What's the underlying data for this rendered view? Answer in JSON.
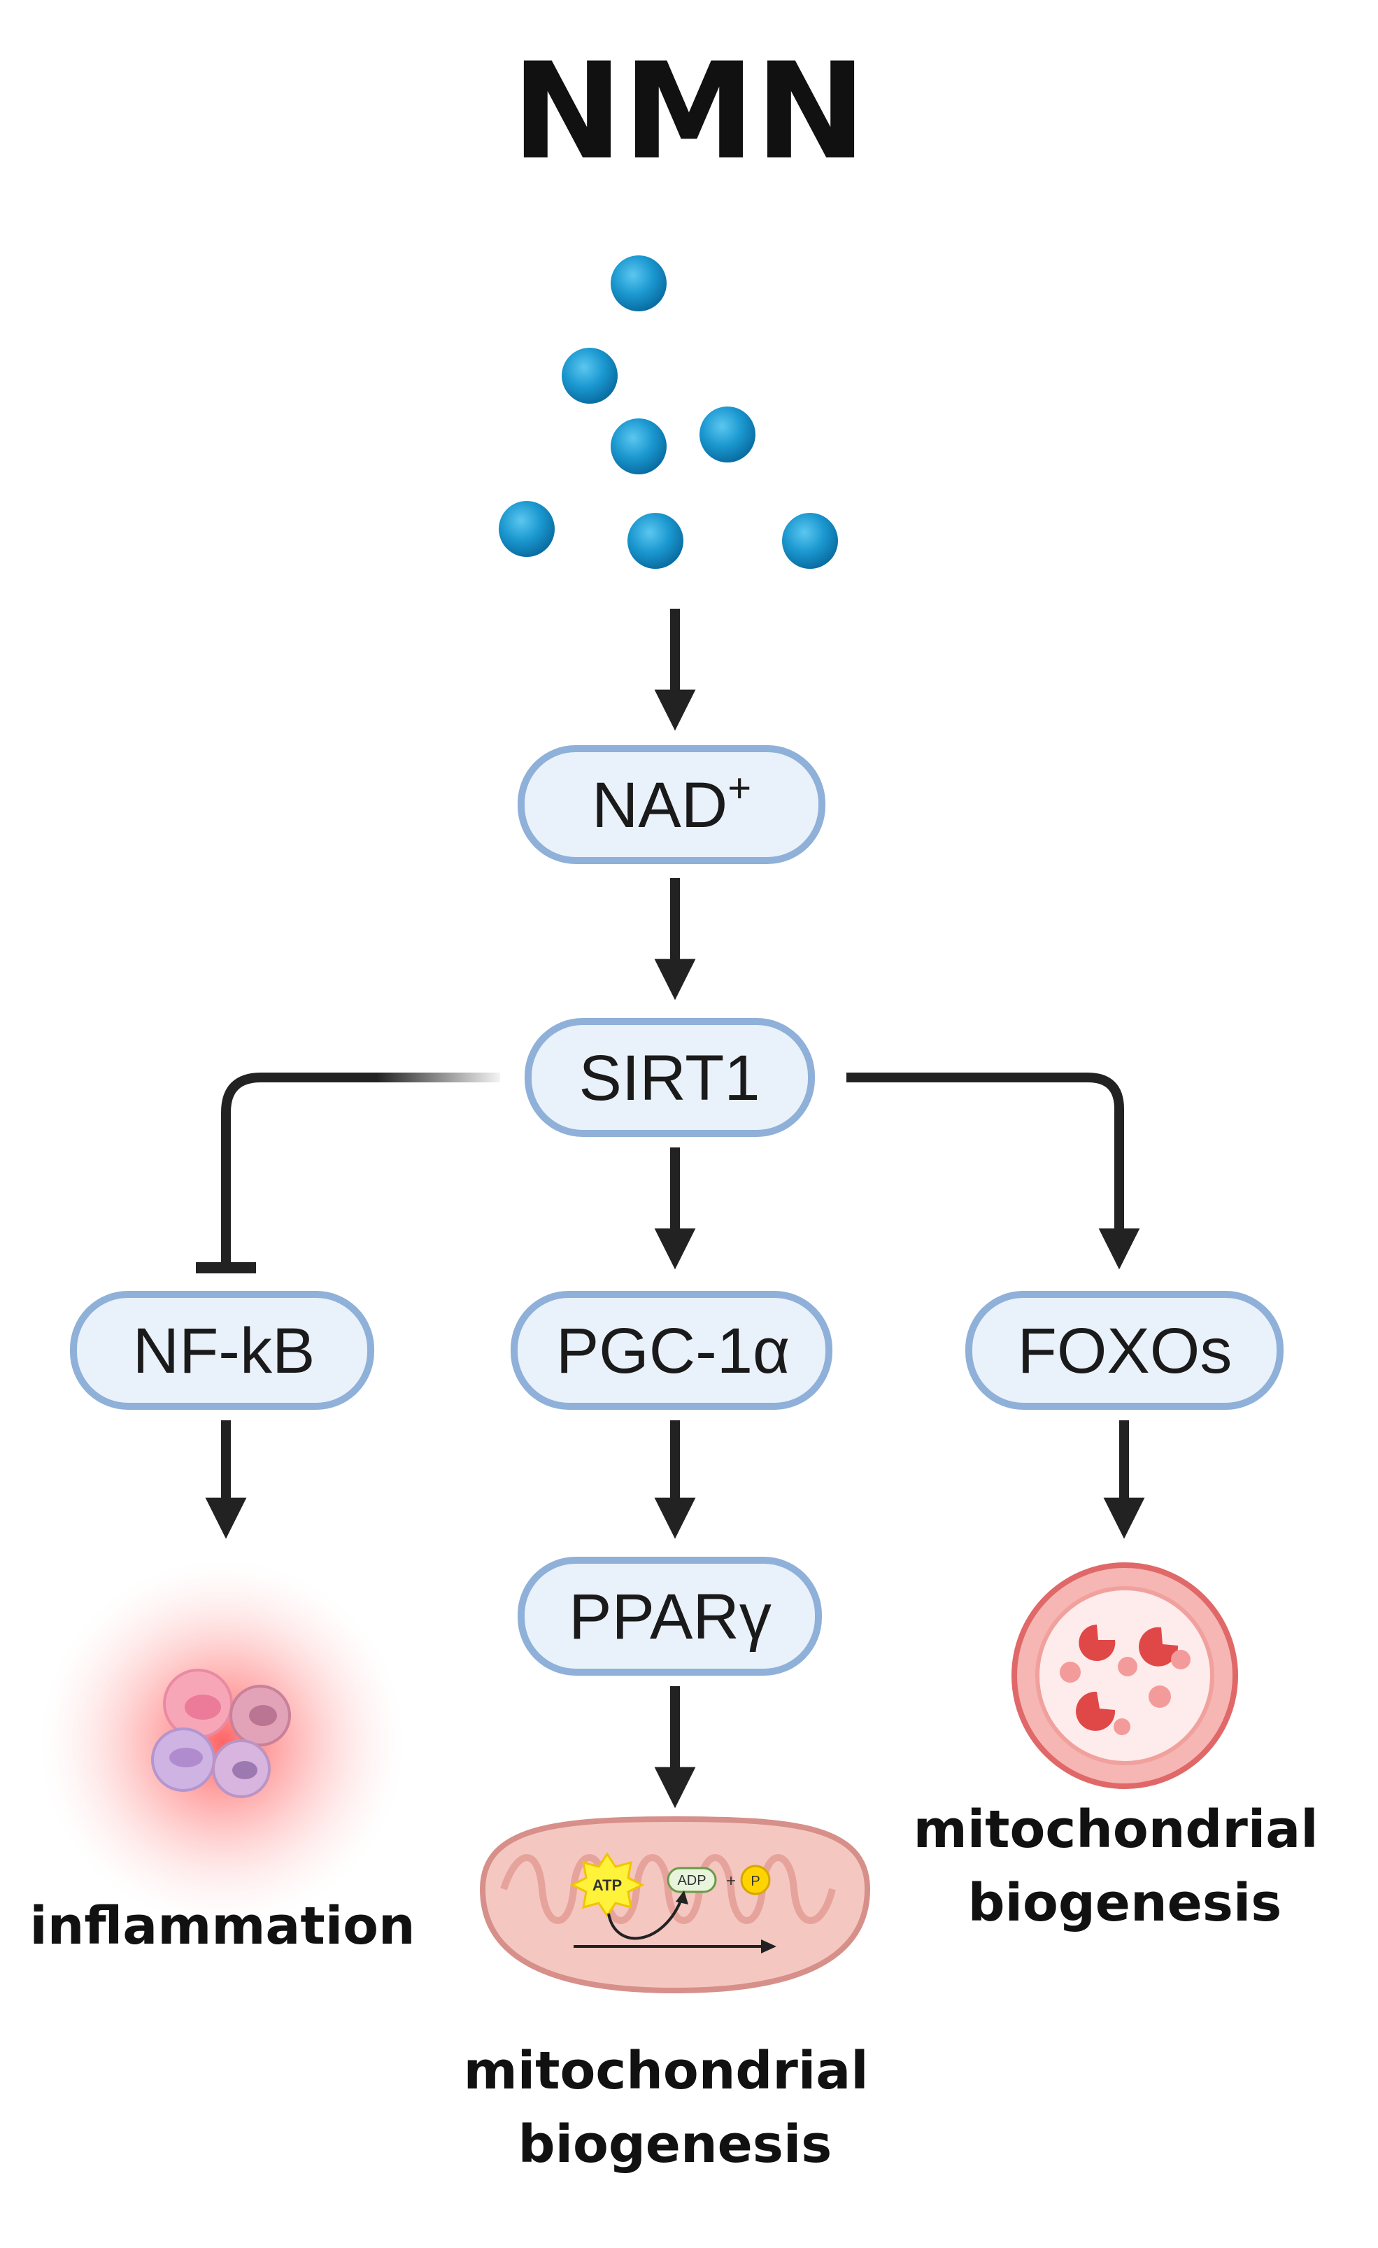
{
  "title": "NMN",
  "nodes": {
    "nad": "NAD",
    "nad_sup": "+",
    "sirt1": "SIRT1",
    "nfkb": "NF-kB",
    "pgc1a": "PGC-1α",
    "foxos": "FOXOs",
    "ppary": "PPARγ"
  },
  "outcomes": {
    "inflammation": "inflammation",
    "mito_center_line1": "mitochondrial",
    "mito_center_line2": "biogenesis",
    "mito_right_line1": "mitochondrial",
    "mito_right_line2": "biogenesis"
  },
  "mitochondrion_labels": {
    "atp": "ATP",
    "adp": "ADP",
    "plus": "+",
    "phosphate": "P"
  },
  "colors": {
    "node_fill": "#e9f1fa",
    "node_stroke": "#8fb0d8",
    "arrow": "#222222",
    "molecule": "#1d9dd4",
    "inflammation_glow": "#ff5a5a",
    "mitochondrion": "#f3c2bd",
    "organelle_red": "#e04848"
  },
  "icons": [
    "nmn-molecule-icon",
    "inflammation-cells-icon",
    "mitochondrion-icon",
    "organelle-cross-section-icon"
  ]
}
